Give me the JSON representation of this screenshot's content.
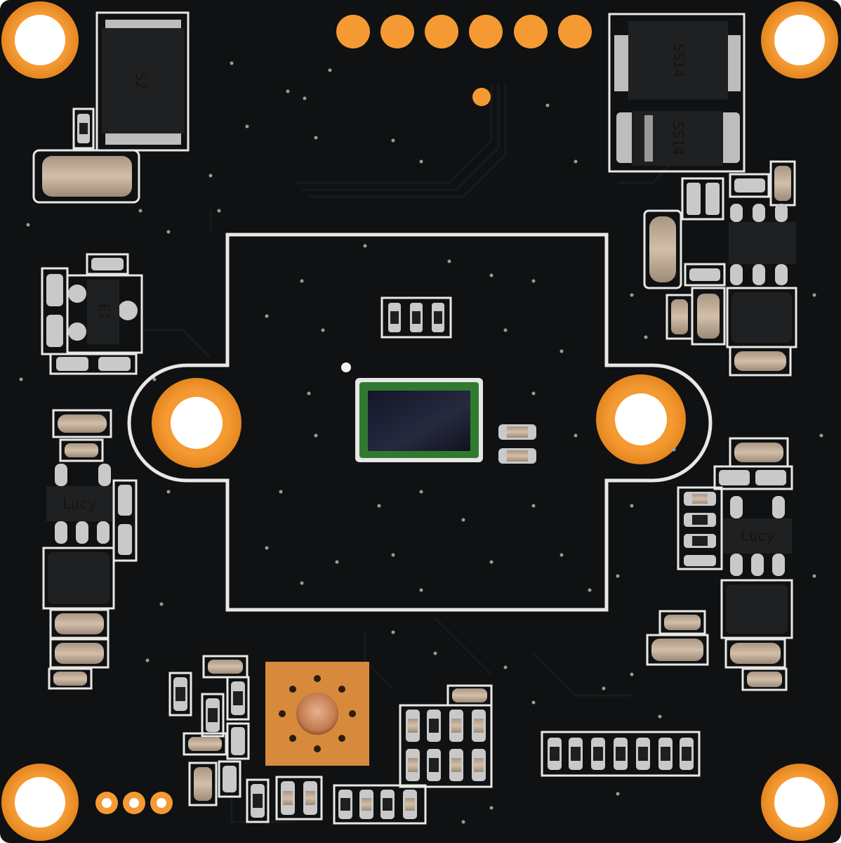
{
  "colors": {
    "board": "#0f1112",
    "silkscreen": "#e8e8e4",
    "copper_pad": "#f59a33",
    "exposed_copper": "#d88a3c",
    "solder": "#c9c9c9",
    "component_body": "#1d1f21",
    "ceramic": "#c7b4a0",
    "sensor_glass": "#1b1d2c",
    "sensor_frame": "#2f7a2f",
    "hole": "#ffffff"
  },
  "markings": {
    "diode_left": "S2",
    "diode_right_top": "SS14",
    "diode_right_bottom": "SS14",
    "regulator_left": "Lucy",
    "regulator_right": "Lucy",
    "transistor_left": "E1"
  },
  "icons": {
    "mounting_hole": "circle-ring-icon",
    "header_pad": "dot-icon",
    "sensor": "image-sensor-icon"
  }
}
